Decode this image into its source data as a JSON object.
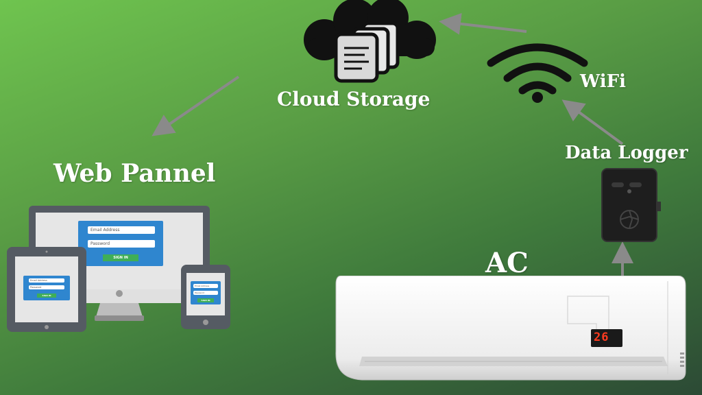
{
  "labels": {
    "cloud_storage": "Cloud Storage",
    "wifi": "WiFi",
    "data_logger": "Data Logger",
    "web_panel": "Web Pannel",
    "ac": "AC"
  },
  "login_form": {
    "email_placeholder": "Email Address",
    "password_placeholder": "Password",
    "sign_in_label": "SIGN IN"
  },
  "ac_display": "26",
  "colors": {
    "background_light": "#6fc44f",
    "background_dark": "#2c4a35",
    "arrow": "#8a8a8a",
    "form_blue": "#2f86cf",
    "button_green": "#3fae57",
    "display_red": "#ff3b1f"
  }
}
